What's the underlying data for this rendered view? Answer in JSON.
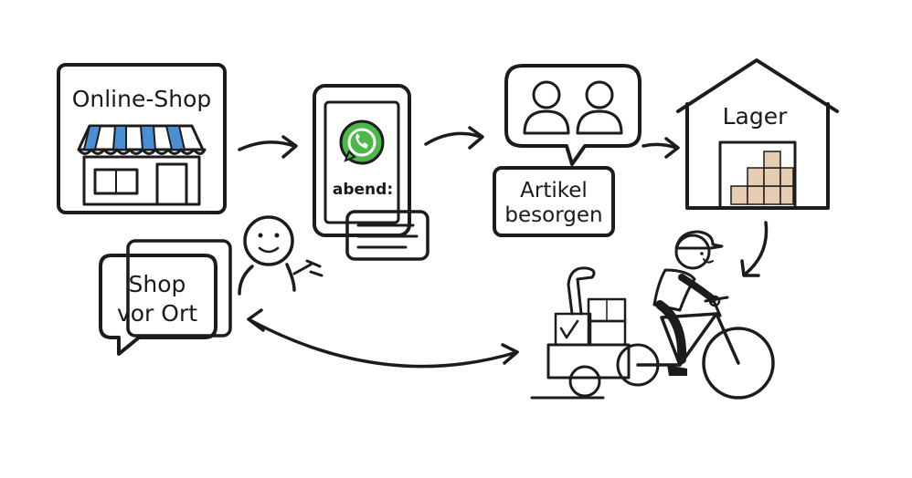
{
  "diagram": {
    "nodes": {
      "online_shop": {
        "label": "Online-Shop"
      },
      "phone": {
        "label": "abend:",
        "app_icon": "whatsapp-icon"
      },
      "team": {
        "icon": "two-people-icon",
        "label_line1": "Artikel",
        "label_line2": "besorgen"
      },
      "warehouse": {
        "label": "Lager"
      },
      "local_shop": {
        "label_line1": "Shop",
        "label_line2": "vor Ort"
      },
      "courier": {
        "icon": "cargo-bike-courier-icon"
      },
      "customer": {
        "icon": "smiley-person-icon"
      }
    },
    "colors": {
      "ink": "#1c1c1c",
      "awning_blue": "#4a8fd4",
      "window_blue": "#a9d3f2",
      "whatsapp_green": "#4cb847",
      "box_beige": "#e6cdb1",
      "gray_fill": "#c9c9c9",
      "dark_gray": "#7a7a7a"
    }
  }
}
